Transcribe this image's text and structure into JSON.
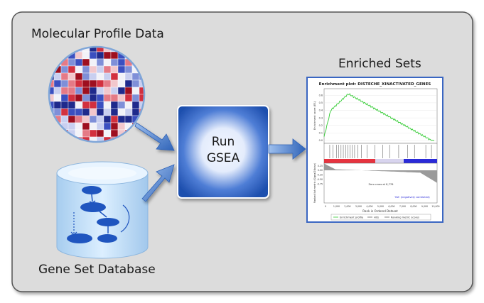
{
  "labels": {
    "molecular_profile": "Molecular Profile Data",
    "enriched_sets": "Enriched Sets",
    "gene_set_database": "Gene Set Database",
    "run_line1": "Run",
    "run_line2": "GSEA"
  },
  "enrichment_plot": {
    "title": "Enrichment plot: DISTECHE_XINACTIVATED_GENES",
    "ylabel_top": "Enrichment score (ES)",
    "ylabel_bottom": "Ranked list metric (Signal2Noise)",
    "xlabel": "Rank in Ordered Dataset",
    "zero_cross": "Zero cross at 8,776",
    "na_label": "'NA' (negatively correlated)",
    "es_ticks": [
      "0.6",
      "0.5",
      "0.4",
      "0.3",
      "0.2",
      "0.1",
      "0.0"
    ],
    "metric_ticks": [
      "0.50",
      "0.25",
      "0.00",
      "-0.25",
      "-0.50",
      "-0.75"
    ],
    "x_ticks": [
      "0",
      "1,000",
      "2,000",
      "3,000",
      "4,000",
      "5,000",
      "6,000",
      "7,000",
      "8,000",
      "9,000",
      "10,000"
    ],
    "legend": {
      "es": "Enrichment profile",
      "hits": "Hits",
      "ranking": "Ranking metric scores"
    }
  },
  "colors": {
    "panel_bg": "#dcdcdc",
    "panel_border": "#555555",
    "run_box_dark": "#1e4fae",
    "run_box_light": "#f4f7ff",
    "arrow": "#3f73c4",
    "cylinder": "#bcdcf5",
    "es_line": "#33cc33",
    "positive": "#e6333f",
    "negative": "#2a2ad8"
  },
  "icons": {
    "heatmap": "heatmap-circle-icon",
    "database": "database-cylinder-icon"
  }
}
